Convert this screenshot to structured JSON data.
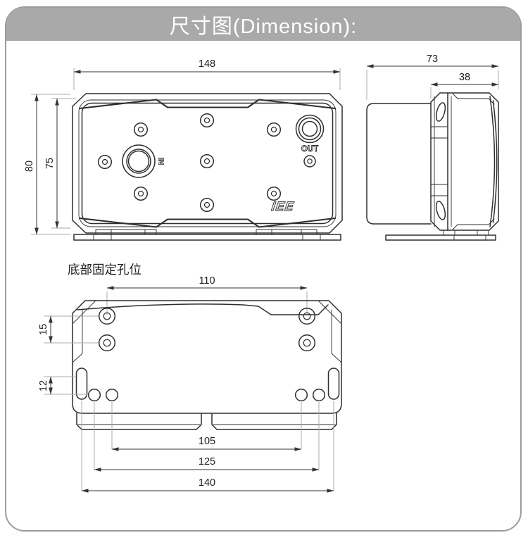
{
  "header": {
    "title": "尺寸图(Dimension):"
  },
  "front_view": {
    "width": "148",
    "height_total": "80",
    "height_body": "75",
    "in_label": "IN",
    "out_label": "OUT",
    "logo": "IEE"
  },
  "side_view": {
    "depth_total": "73",
    "depth_front": "38"
  },
  "bottom_view": {
    "title": "底部固定孔位",
    "top_hole_span": "110",
    "hole_row_gap": "15",
    "slot_offset": "12",
    "span_inner": "105",
    "span_middle": "125",
    "span_outer": "140"
  },
  "colors": {
    "header_bg": "#a9a9a9",
    "frame_border": "#9c9c9c",
    "drawing_line": "#2e2e2e",
    "dimension_line": "#333333",
    "extension_line": "#ababab",
    "header_text": "#ffffff"
  }
}
